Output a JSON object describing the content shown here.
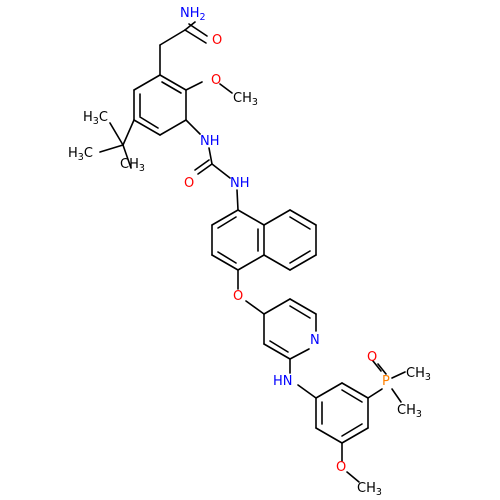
{
  "atom_labels": [
    {
      "id": "nh2",
      "text": "NH",
      "sub": "2",
      "role": "N"
    },
    {
      "id": "o1",
      "text": "O",
      "sub": "",
      "role": "O"
    },
    {
      "id": "o2",
      "text": "O",
      "sub": "",
      "role": "O"
    },
    {
      "id": "ch3a",
      "text": "CH",
      "sub": "3",
      "role": "C"
    },
    {
      "id": "h3cA",
      "text": "H",
      "sub": "3",
      "tail": "C",
      "role": "C"
    },
    {
      "id": "h3cB",
      "text": "H",
      "sub": "3",
      "tail": "C",
      "role": "C"
    },
    {
      "id": "ch3b",
      "text": "CH",
      "sub": "3",
      "role": "C"
    },
    {
      "id": "nh1",
      "text": "NH",
      "sub": "",
      "role": "N"
    },
    {
      "id": "o3",
      "text": "O",
      "sub": "",
      "role": "O"
    },
    {
      "id": "nh2b",
      "text": "NH",
      "sub": "",
      "role": "N"
    },
    {
      "id": "o4",
      "text": "O",
      "sub": "",
      "role": "O"
    },
    {
      "id": "npyr",
      "text": "N",
      "sub": "",
      "role": "N"
    },
    {
      "id": "hn",
      "text": "HN",
      "sub": "",
      "role": "N"
    },
    {
      "id": "o5",
      "text": "O",
      "sub": "",
      "role": "O"
    },
    {
      "id": "p",
      "text": "P",
      "sub": "",
      "role": "P"
    },
    {
      "id": "ch3c",
      "text": "CH",
      "sub": "3",
      "role": "C"
    },
    {
      "id": "ch3d",
      "text": "CH",
      "sub": "3",
      "role": "C"
    },
    {
      "id": "o6",
      "text": "O",
      "sub": "",
      "role": "O"
    },
    {
      "id": "ch3e",
      "text": "CH",
      "sub": "3",
      "role": "C"
    }
  ],
  "colors": {
    "bond": "#000000",
    "N": "#0000ff",
    "O": "#ff0000",
    "P": "#ff8000",
    "C": "#000000"
  }
}
